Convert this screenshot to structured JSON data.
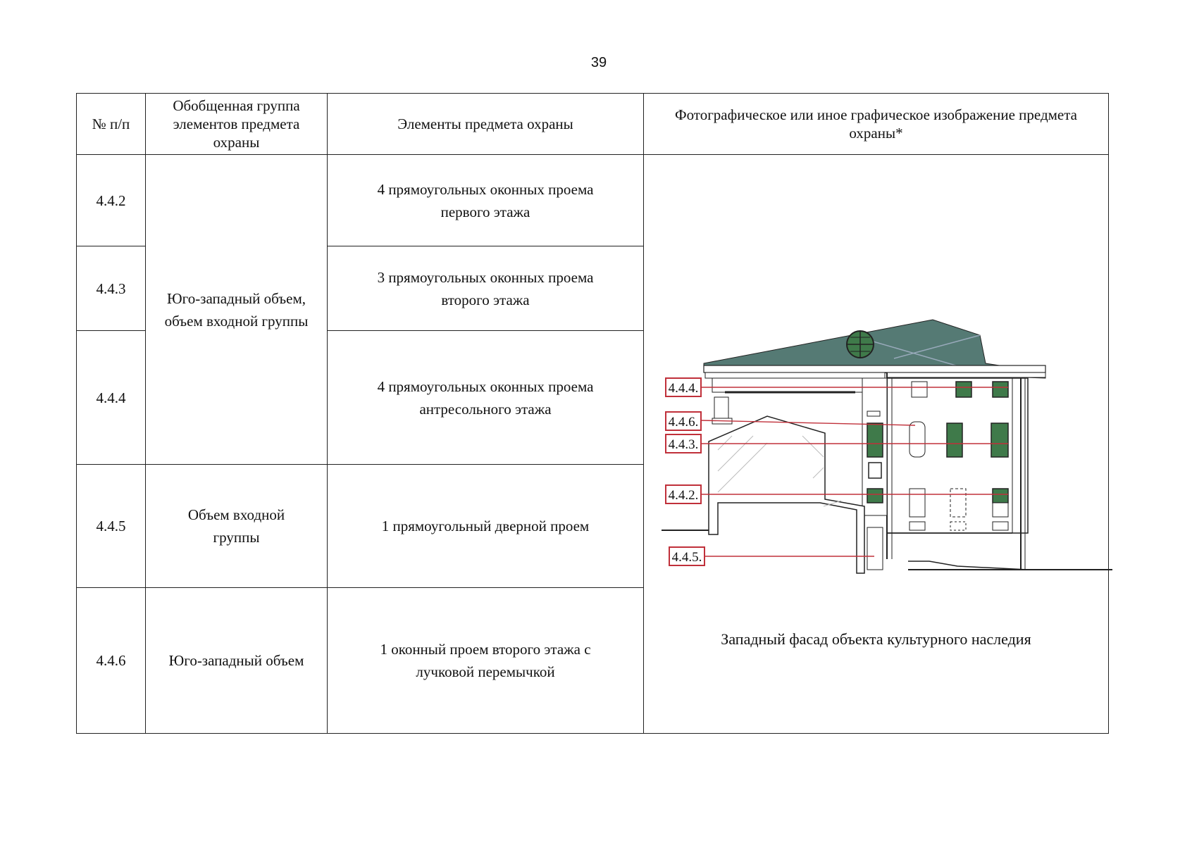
{
  "page": {
    "number": "39"
  },
  "table": {
    "headers": [
      "№ п/п",
      "Обобщенная группа элементов предмета охраны",
      "Элементы предмета охраны",
      "Фотографическое или иное графическое изображение предмета охраны*"
    ],
    "rows": [
      {
        "num": "4.4.2",
        "element": "4 прямоугольных оконных проема первого этажа"
      },
      {
        "num": "4.4.3",
        "element": "3 прямоугольных оконных проема второго этажа"
      },
      {
        "num": "4.4.4",
        "element": "4 прямоугольных оконных проема антресольного этажа"
      },
      {
        "num": "4.4.5",
        "element": "1 прямоугольный дверной проем"
      },
      {
        "num": "4.4.6",
        "element": "1 оконный проем второго этажа с лучковой перемычкой"
      }
    ],
    "groups": [
      "Юго-западный объем, объем входной группы",
      "Объем входной группы",
      "Юго-западный объем"
    ]
  },
  "illustration": {
    "caption": "Западный фасад объекта культурного наследия",
    "callouts": [
      "4.4.4.",
      "4.4.6.",
      "4.4.3.",
      "4.4.2.",
      "4.4.5."
    ],
    "colors": {
      "roof": "#557a74",
      "window": "#3f7a4a",
      "callout": "#c0303a",
      "line": "#222222"
    }
  }
}
